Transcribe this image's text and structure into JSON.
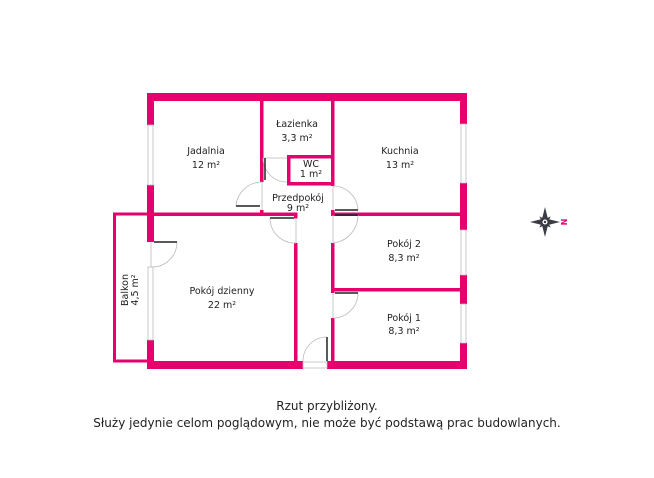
{
  "colors": {
    "wall": "#e5006d",
    "text": "#222222",
    "door": "#222222"
  },
  "rooms": {
    "lazienka": {
      "name": "Łazienka",
      "area": "3,3 m²"
    },
    "jadalnia": {
      "name": "Jadalnia",
      "area": "12 m²"
    },
    "wc": {
      "name": "WC",
      "area": "1 m²"
    },
    "kuchnia": {
      "name": "Kuchnia",
      "area": "13 m²"
    },
    "przedpokoj": {
      "name": "Przedpokój",
      "area": "9 m²"
    },
    "pokoj2": {
      "name": "Pokój 2",
      "area": "8,3 m²"
    },
    "pokoj_dzienny": {
      "name": "Pokój dzienny",
      "area": "22 m²"
    },
    "pokoj1": {
      "name": "Pokój 1",
      "area": "8,3 m²"
    },
    "balkon": {
      "name": "Balkon",
      "area": "4,5 m²"
    }
  },
  "compass": {
    "icon": "compass-rose-icon",
    "north_label": "N"
  },
  "caption": {
    "line1": "Rzut przybliżony.",
    "line2": "Służy jedynie celom poglądowym, nie może być podstawą prac budowlanych."
  }
}
